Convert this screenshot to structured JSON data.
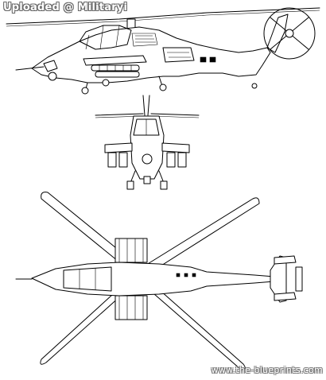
{
  "watermarks": {
    "top": "Uploaded @ Militaryi",
    "bottom": "www.the-blueprints.com"
  },
  "views": [
    "side",
    "front",
    "top"
  ],
  "colors": {
    "line": "#000000",
    "paper": "#ffffff",
    "watermark_outline": "#666666"
  }
}
